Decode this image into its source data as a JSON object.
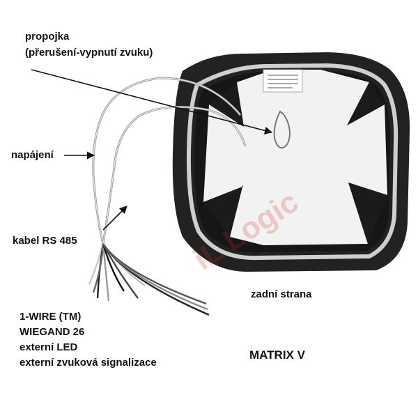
{
  "labels": {
    "propojka": "propojka",
    "propojka_detail": "(přerušení-vypnutí zvuku)",
    "napajeni": "napájení",
    "kabel_rs485": "kabel RS 485",
    "bundle_functions": [
      "1-WIRE (TM)",
      "WIEGAND 26",
      "externí LED",
      "externí zvuková signalizace"
    ],
    "rear_side": "zadní strana",
    "product_name": "MATRIX V"
  },
  "watermark": "iL Logic",
  "colors": {
    "housing": "#222222",
    "cross": "#f2f2f2",
    "watermark": "#d42a2a"
  }
}
